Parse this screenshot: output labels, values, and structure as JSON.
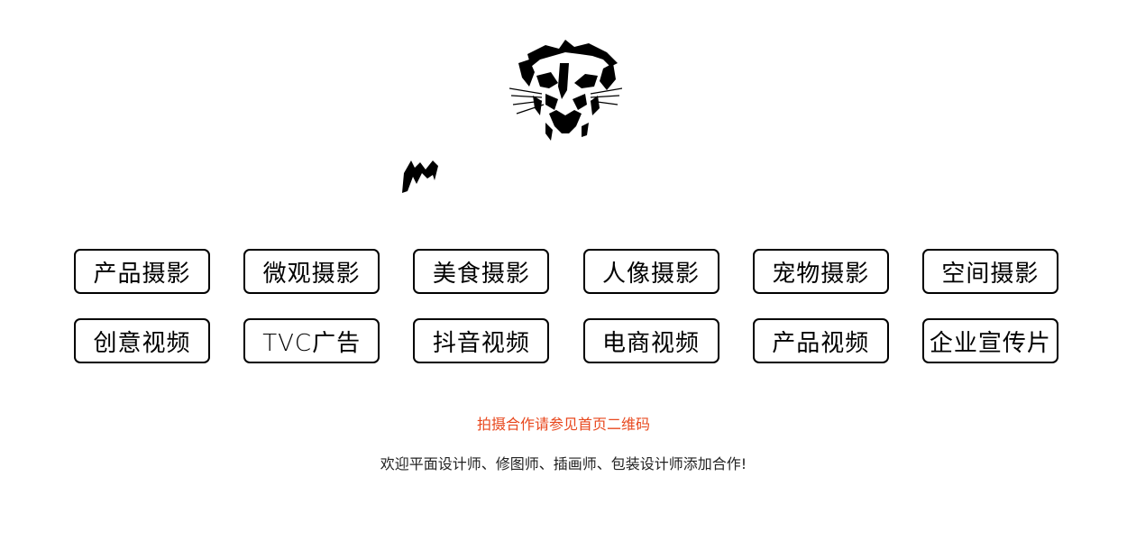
{
  "logo": {
    "icon": "tiger-head-icon"
  },
  "decoration": {
    "icon": "brush-stroke-m-icon"
  },
  "categories": {
    "photography": [
      {
        "label": "产品摄影"
      },
      {
        "label": "微观摄影"
      },
      {
        "label": "美食摄影"
      },
      {
        "label": "人像摄影"
      },
      {
        "label": "宠物摄影"
      },
      {
        "label": "空间摄影"
      }
    ],
    "video": [
      {
        "label": "创意视频"
      },
      {
        "label": "TVC广告"
      },
      {
        "label": "抖音视频"
      },
      {
        "label": "电商视频"
      },
      {
        "label": "产品视频"
      },
      {
        "label": "企业宣传片"
      }
    ]
  },
  "notices": {
    "contact": "拍摄合作请参见首页二维码",
    "recruit": "欢迎平面设计师、修图师、插画师、包装设计师添加合作!"
  },
  "colors": {
    "accent": "#e8481e",
    "text": "#222222",
    "border": "#000000"
  }
}
